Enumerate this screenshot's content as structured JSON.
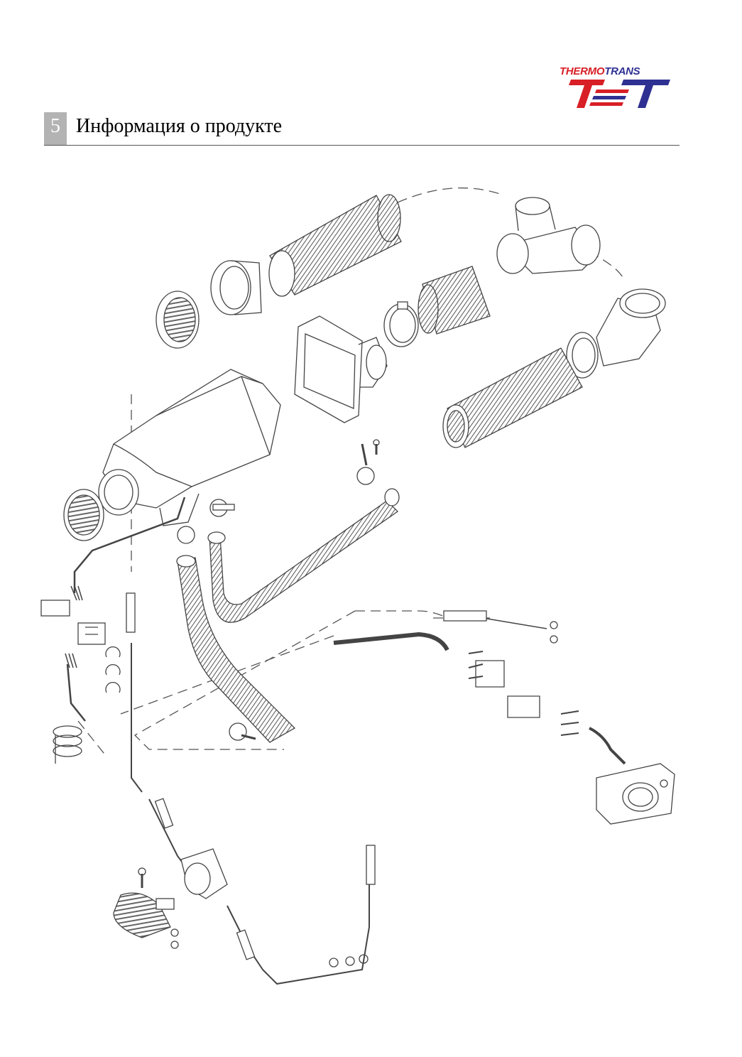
{
  "logo": {
    "brand_part1": "THERMO",
    "brand_part2": "TRANS",
    "mark": "TET",
    "red": "#d81f26",
    "blue": "#2e3192"
  },
  "header": {
    "section_number": "5",
    "title": "Информация о продукте"
  },
  "diagram": {
    "parts": [
      "air-heater",
      "air-intake-grille",
      "outlet-grille",
      "outlet-ring",
      "hot-air-hose",
      "t-piece",
      "elbow-piece",
      "hose-clamp",
      "mounting-frame",
      "exhaust-pipe",
      "combustion-air-hose",
      "fuel-pump",
      "fuel-line",
      "wiring-harness",
      "connector",
      "control-unit",
      "pipe-clip",
      "screw"
    ]
  }
}
